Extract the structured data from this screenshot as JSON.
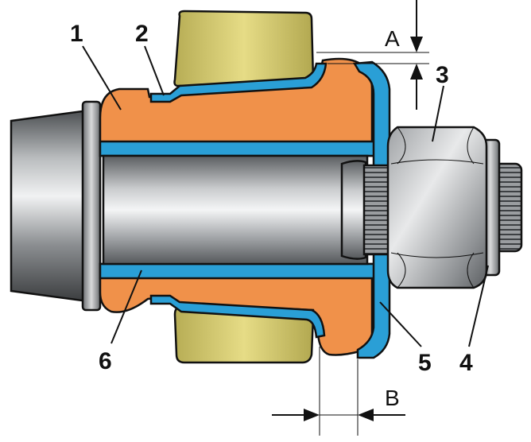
{
  "callouts": {
    "part_1": "1",
    "part_2": "2",
    "part_3": "3",
    "part_4": "4",
    "part_5": "5",
    "part_6": "6"
  },
  "dimensions": {
    "gap_a": "A",
    "gap_b": "B"
  },
  "colors": {
    "rubber": "#f0914a",
    "sleeve": "#2a9fd6",
    "bracket": "#d8cd6e",
    "steel_dark": "#3c3f42",
    "steel_mid": "#8a8d90",
    "steel_light": "#e6e7e8"
  }
}
